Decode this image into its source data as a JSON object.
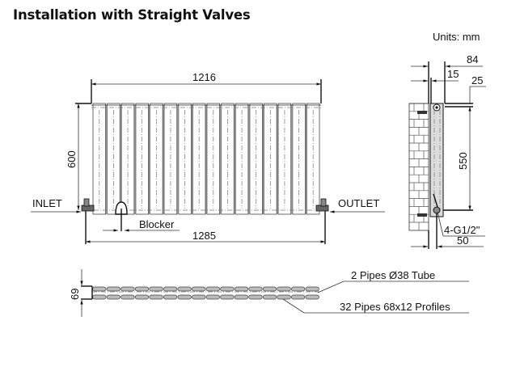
{
  "title": "Installation with Straight Valves",
  "units": "Units: mm",
  "front_view": {
    "width_label": "1216",
    "height_label": "600",
    "inlet_label": "INLET",
    "outlet_label": "OUTLET",
    "blocker_label": "Blocker",
    "valve_span_label": "1285",
    "column_count": 16
  },
  "side_view": {
    "depth_label": "84",
    "wall_gap_label": "15",
    "top_offset_label": "25",
    "pipe_centers_label": "550",
    "connections_label": "4-G1/2\"",
    "bottom_offset_label": "50"
  },
  "top_view": {
    "depth_label": "69",
    "pipes_label": "2 Pipes Ø38 Tube",
    "profiles_label": "32 Pipes 68x12 Profiles"
  }
}
